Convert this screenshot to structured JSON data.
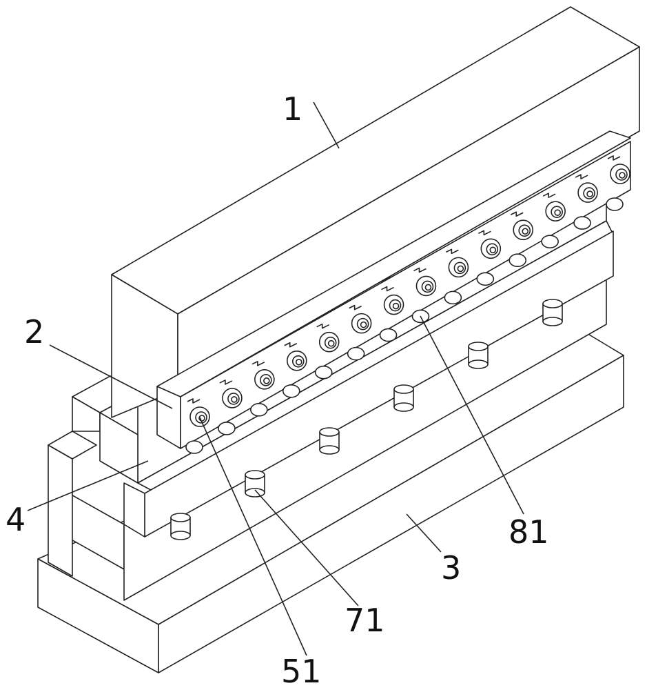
{
  "figure": {
    "labels": {
      "upper_block": "1",
      "roller_strip": "2",
      "middle_block": "4",
      "base": "3",
      "roller": "51",
      "pin": "71",
      "lower_roller": "81"
    },
    "roller_count": 14,
    "pin_count": 6
  }
}
